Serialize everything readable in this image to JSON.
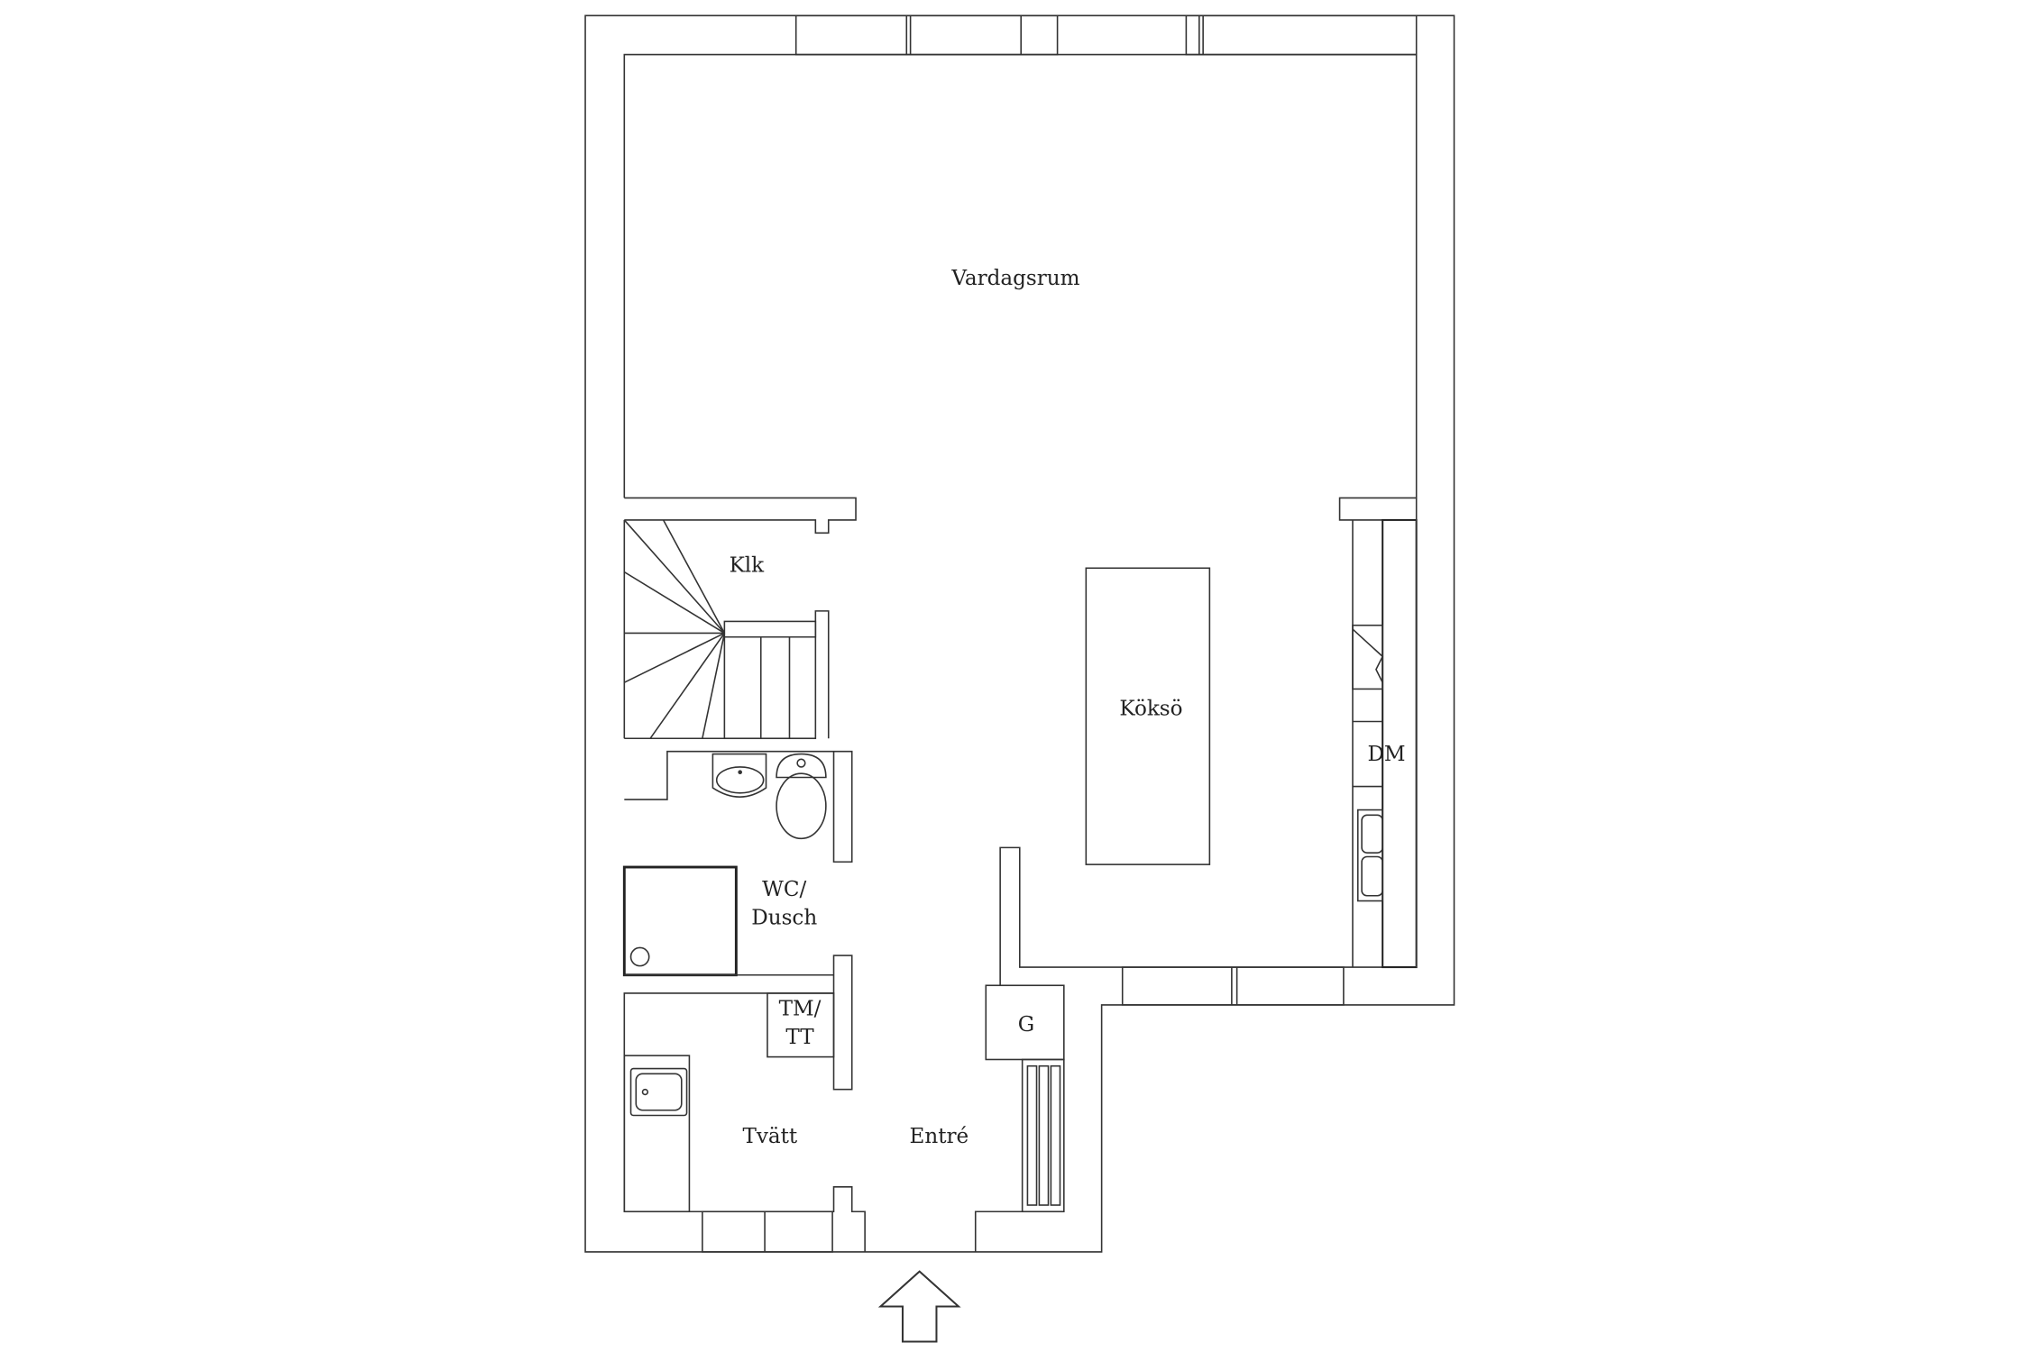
{
  "rooms": {
    "living": "Vardagsrum",
    "closet": "Klk",
    "island": "Köksö",
    "dishwasher": "DM",
    "bath_line1": "WC/",
    "bath_line2": "Dusch",
    "washer_line1": "TM/",
    "washer_line2": "TT",
    "laundry": "Tvätt",
    "entrance": "Entré",
    "wardrobe": "G"
  },
  "colors": {
    "line": "#333333",
    "background": "#ffffff"
  }
}
